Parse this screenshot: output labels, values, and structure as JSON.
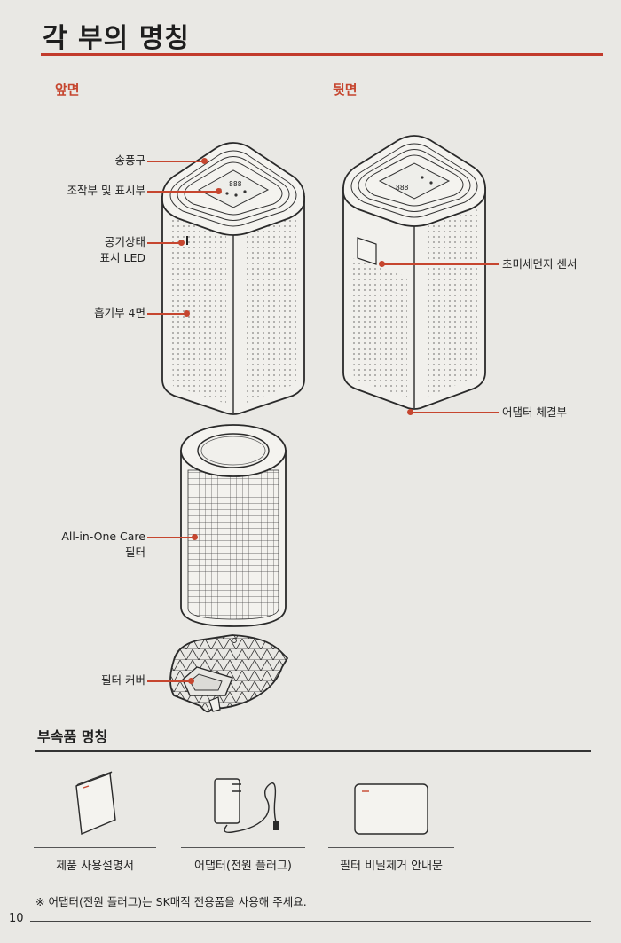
{
  "title": "각 부의 명칭",
  "sections": {
    "front": "앞면",
    "back": "뒷면",
    "accessories": "부속품 명칭"
  },
  "callouts": {
    "outlet": "송풍구",
    "control": "조작부 및 표시부",
    "led_line1": "공기상태",
    "led_line2": "표시 LED",
    "intake": "흡기부 4면",
    "dust_sensor": "초미세먼지 센서",
    "adapter_port": "어댑터 체결부",
    "filter_line1": "All-in-One Care",
    "filter_line2": "필터",
    "filter_cover": "필터 커버"
  },
  "accessories": [
    {
      "label": "제품 사용설명서"
    },
    {
      "label": "어댑터(전원 플러그)"
    },
    {
      "label": "필터 비닐제거 안내문"
    }
  ],
  "display_readout": "888",
  "note": "※ 어댑터(전원 플러그)는 SK매직 전용품을 사용해 주세요.",
  "page_number": "10",
  "colors": {
    "accent": "#c6462f",
    "rule": "#c23b2c",
    "background": "#e9e8e4"
  }
}
